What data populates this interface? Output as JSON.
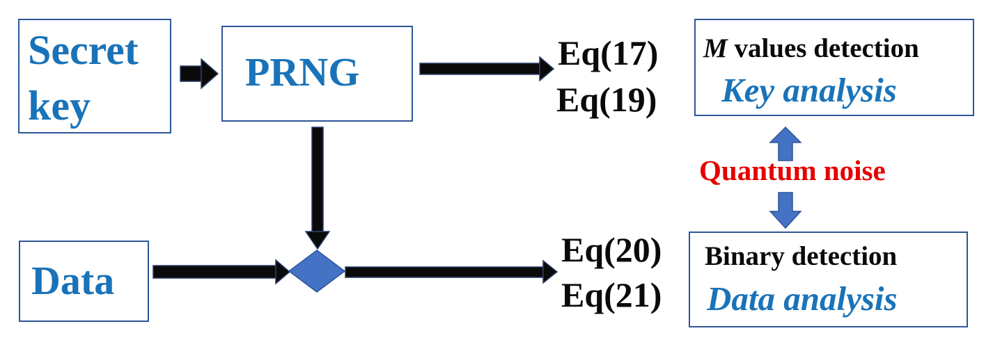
{
  "blocks": {
    "secret_key": {
      "line1": "Secret",
      "line2": "key"
    },
    "prng": {
      "label": "PRNG"
    },
    "data": {
      "label": "Data"
    }
  },
  "equations": {
    "eq17": "Eq(17)",
    "eq19": "Eq(19)",
    "eq20": "Eq(20)",
    "eq21": "Eq(21)"
  },
  "detection_top": {
    "symbol": "M",
    "title_rest": " values detection",
    "subtitle": "Key analysis"
  },
  "detection_bottom": {
    "title": "Binary detection",
    "subtitle": "Data analysis"
  },
  "noise": {
    "label": "Quantum noise"
  },
  "colors": {
    "box_border": "#2e5597",
    "block_text": "#1a73b8",
    "noise_text": "#e60000",
    "mixer_fill": "#4472c4"
  }
}
